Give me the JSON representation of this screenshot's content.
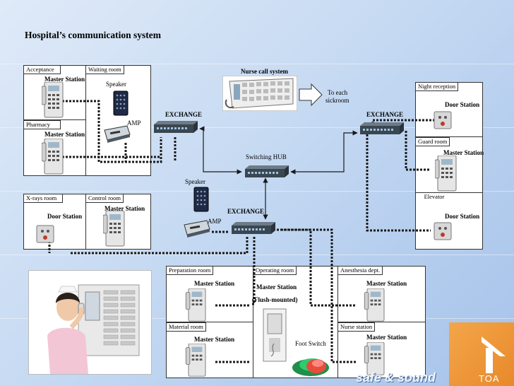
{
  "title": "Hospital’s communication system",
  "labels": {
    "nurse_call": "Nurse call  system",
    "to_each_1": "To each",
    "to_each_2": "sickroom",
    "exchange": "EXCHANGE",
    "switching_hub": "Switching HUB",
    "speaker": "Speaker",
    "amp": "AMP",
    "master_station": "Master Station",
    "door_station": "Door Station",
    "flush_mounted": "(Flush-mounted)",
    "foot_switch": "Foot Switch"
  },
  "rooms": {
    "acceptance": "Acceptance",
    "waiting_room": "Waiting room",
    "pharmacy": "Pharmacy",
    "x_rays_room": "X-rays room",
    "control_room": "Control room",
    "night_reception": "Night reception",
    "guard_room": "Guard room",
    "elevator": "Elevator",
    "preparation_room": "Preparation room",
    "operating_room": "Operating room",
    "anesthesia_dept": "Anesthesia dept.",
    "material_room": "Material room",
    "nurse_station": "Nurse station"
  },
  "logos": {
    "toa": "TOA",
    "safe_sound": "safe & sound"
  },
  "colors": {
    "wire": "#1a1a1a",
    "device": "#3a4650",
    "logo_orange": "#e8892a"
  }
}
